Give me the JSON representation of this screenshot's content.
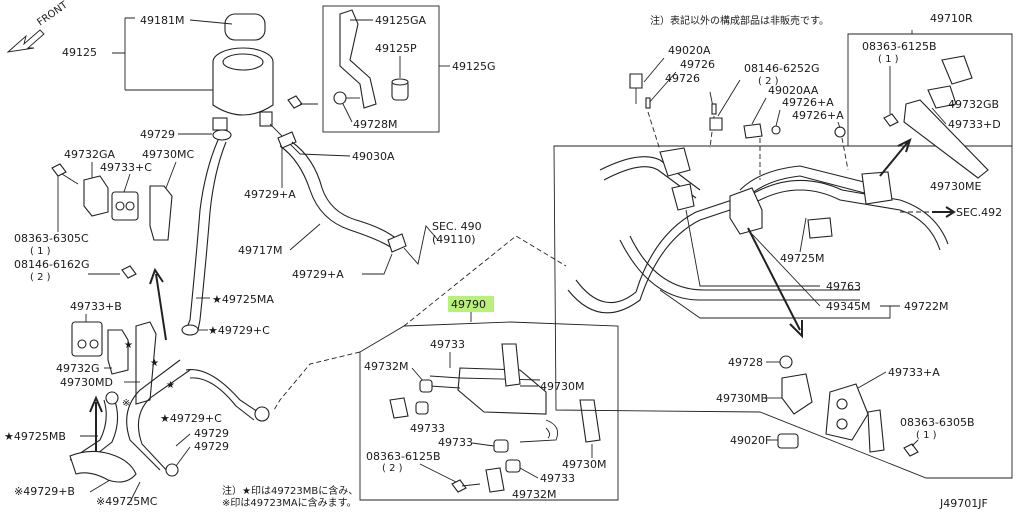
{
  "notes": {
    "top_jp": "注）表記以外の構成部品は非販売です。",
    "bottom_line1": "注）★印は49723MBに含み、",
    "bottom_line2": "※印は49723MAに含みます。"
  },
  "diagram_id": "J49701JF",
  "front_label": "FRONT",
  "labels": {
    "p49181M": "49181M",
    "p49125": "49125",
    "p49125GA": "49125GA",
    "p49125P": "49125P",
    "p49125G": "49125G",
    "p49728M": "49728M",
    "p49729_a": "49729",
    "p49030A": "49030A",
    "p49732GA": "49732GA",
    "p49730MC": "49730MC",
    "p49733C_a": "49733+C",
    "p08363_6305C": "08363-6305C",
    "p08363_6305C_qty": "( 1 )",
    "p08146_6162G": "08146-6162G",
    "p08146_6162G_qty": "( 2 )",
    "p49729A_a": "49729+A",
    "p49717M": "49717M",
    "p49729A_b": "49729+A",
    "sec490": "SEC. 490",
    "sec490_sub": "(49110)",
    "p49725MA": "★49725MA",
    "p49729C_a": "★49729+C",
    "p49733B": "49733+B",
    "p49732G": "49732G",
    "p49730MD": "49730MD",
    "p49729C_b": "★49729+C",
    "p49729_b": "49729",
    "p49729_c": "49729",
    "p49725MB": "★49725MB",
    "p49729B": "※49729+B",
    "p49725MC": "※49725MC",
    "p49790": "49790",
    "p49733_a": "49733",
    "p49732M_a": "49732M",
    "p49730M_a": "49730M",
    "p49733_b": "49733",
    "p49733_c": "49733",
    "p49733_d": "49733",
    "p49730M_b": "49730M",
    "p08363_6125B_a": "08363-6125B",
    "p08363_6125B_a_qty": "( 2 )",
    "p49732M_b": "49732M",
    "p49710R": "49710R",
    "p49020A": "49020A",
    "p49726_a": "49726",
    "p49726_b": "49726",
    "p08146_6252G": "08146-6252G",
    "p08146_6252G_qty": "( 2 )",
    "p49020AA": "49020AA",
    "p49726A_a": "49726+A",
    "p49726A_b": "49726+A",
    "p08363_6125B_b": "08363-6125B",
    "p08363_6125B_b_qty": "( 1 )",
    "p49732GB": "49732GB",
    "p49733D": "49733+D",
    "p49730ME": "49730ME",
    "sec492": "SEC.492",
    "p49725M": "49725M",
    "p49763": "49763",
    "p49345M": "49345M",
    "p49722M": "49722M",
    "p49728": "49728",
    "p49733A": "49733+A",
    "p49730MB": "49730MB",
    "p49020F": "49020F",
    "p08363_6305B": "08363-6305B",
    "p08363_6305B_qty": "( 1 )"
  },
  "colors": {
    "highlight": "#b8f07a",
    "ink": "#1a1a1a"
  }
}
